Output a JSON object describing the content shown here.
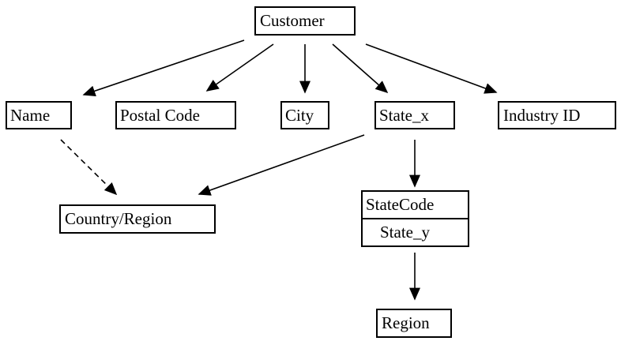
{
  "diagram": {
    "nodes": {
      "customer": "Customer",
      "name": "Name",
      "postal_code": "Postal Code",
      "city": "City",
      "state_x": "State_x",
      "industry_id": "Industry ID",
      "country_region": "Country/Region",
      "statecode": "StateCode",
      "state_y": "State_y",
      "region": "Region"
    },
    "edges": [
      {
        "from": "customer",
        "to": "name",
        "style": "solid"
      },
      {
        "from": "customer",
        "to": "postal_code",
        "style": "solid"
      },
      {
        "from": "customer",
        "to": "city",
        "style": "solid"
      },
      {
        "from": "customer",
        "to": "state_x",
        "style": "solid"
      },
      {
        "from": "customer",
        "to": "industry_id",
        "style": "solid"
      },
      {
        "from": "name",
        "to": "country_region",
        "style": "dashed"
      },
      {
        "from": "state_x",
        "to": "country_region",
        "style": "solid"
      },
      {
        "from": "state_x",
        "to": "statecode",
        "style": "solid"
      },
      {
        "from": "state_y",
        "to": "region",
        "style": "solid"
      }
    ],
    "colors": {
      "stroke": "#000000",
      "fill": "#ffffff"
    }
  }
}
